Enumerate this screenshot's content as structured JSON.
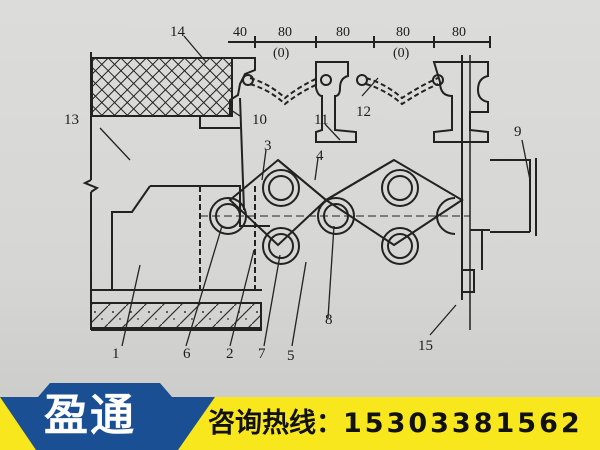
{
  "diagram": {
    "type": "technical-section-drawing",
    "dimensions": {
      "top": [
        "40",
        "80",
        "80",
        "80",
        "80"
      ],
      "bottom": [
        "(0)",
        "(0)"
      ]
    },
    "labels": {
      "l1": "1",
      "l2": "2",
      "l3": "3",
      "l4": "4",
      "l5": "5",
      "l6": "6",
      "l7": "7",
      "l8": "8",
      "l9": "9",
      "l10": "10",
      "l11": "11",
      "l12": "12",
      "l13": "13",
      "l14": "14",
      "l15": "15"
    }
  },
  "banner": {
    "brand": "盈通",
    "hotline_label": "咨询热线",
    "separator": "：",
    "phone": "15303381562",
    "colors": {
      "blue": "#1b4f93",
      "yellow": "#f8e71c",
      "text": "#111111"
    }
  }
}
